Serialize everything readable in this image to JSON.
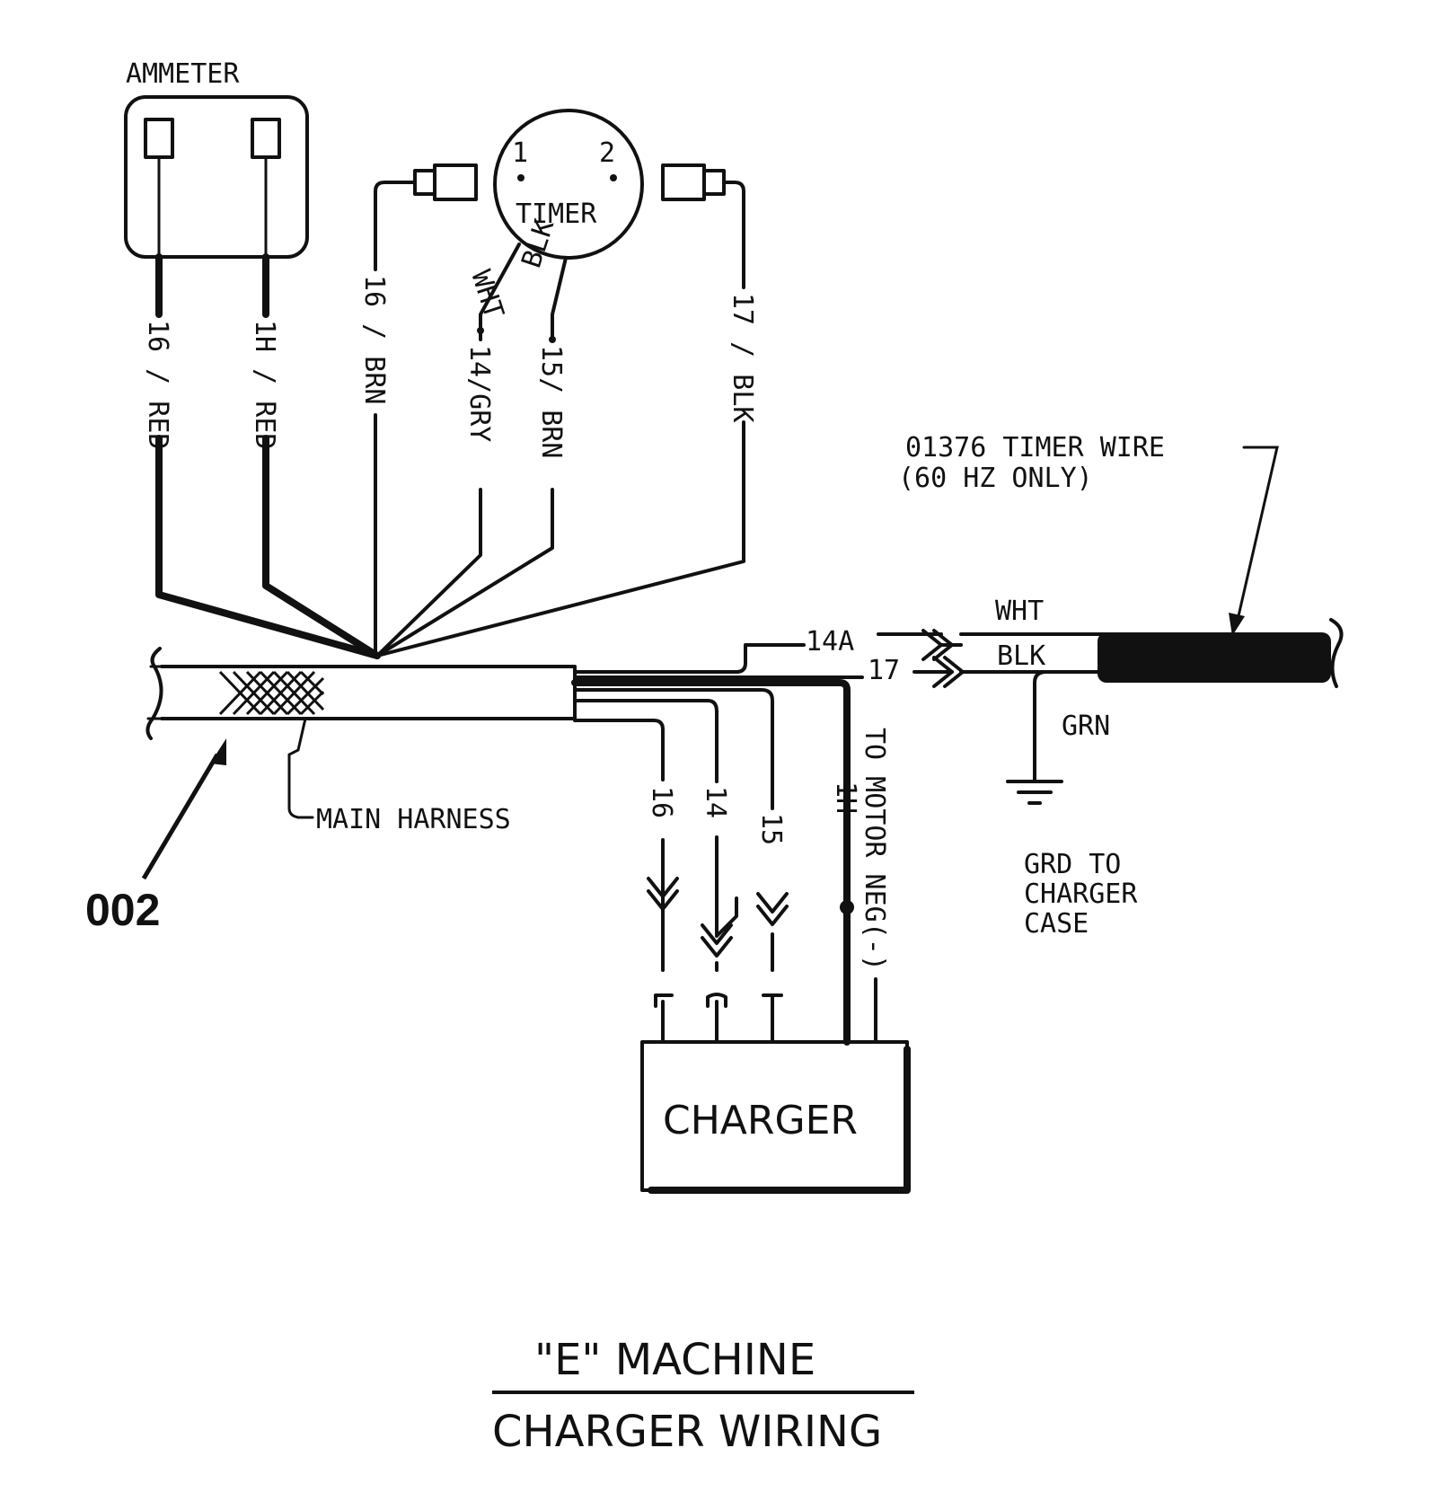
{
  "ammeter": {
    "title": "AMMETER"
  },
  "timer": {
    "title": "TIMER",
    "terminal_1": "1",
    "terminal_2": "2",
    "lead_wht": "WHT",
    "lead_blk": "BLK"
  },
  "wires": {
    "w16g": "16 / RED",
    "w16h": "1H / RED",
    "w16brn": "16 / BRN",
    "w14gry": "14/GRY",
    "w15brn": "15/ BRN",
    "w17blk": "17 / BLK",
    "w14a": "14A",
    "w17": "17",
    "c16": "16",
    "c14": "14",
    "c15": "15",
    "c1h": "1H"
  },
  "timer_wire": {
    "line1": "01376  TIMER WIRE",
    "line2": "(60  HZ  ONLY)",
    "wht": "WHT",
    "blk": "BLK",
    "grn": "GRN"
  },
  "ground": {
    "line1": "GRD  TO",
    "line2": "CHARGER",
    "line3": "CASE"
  },
  "motor": {
    "label": "TO MOTOR NEG(-)"
  },
  "harness": {
    "label": "MAIN HARNESS"
  },
  "callout": {
    "label": "002"
  },
  "charger": {
    "label": "CHARGER"
  },
  "footer": {
    "line1": "\"E\" MACHINE",
    "line2": "CHARGER  WIRING"
  }
}
